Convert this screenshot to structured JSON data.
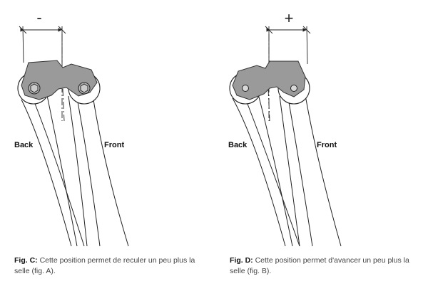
{
  "figures": [
    {
      "sign": "-",
      "label_back": "Back",
      "label_front": "Front",
      "caption_fig": "Fig. C:",
      "caption_text": " Cette position permet de reculer un peu plus la selle (fig. A)."
    },
    {
      "sign": "+",
      "label_back": "Back",
      "label_front": "Front",
      "caption_fig": "Fig. D:",
      "caption_text": " Cette position permet d'avancer un peu plus la selle (fig. B)."
    }
  ],
  "colors": {
    "clamp_fill": "#9a9a9a",
    "line": "#222222",
    "caption_text": "#444444"
  }
}
